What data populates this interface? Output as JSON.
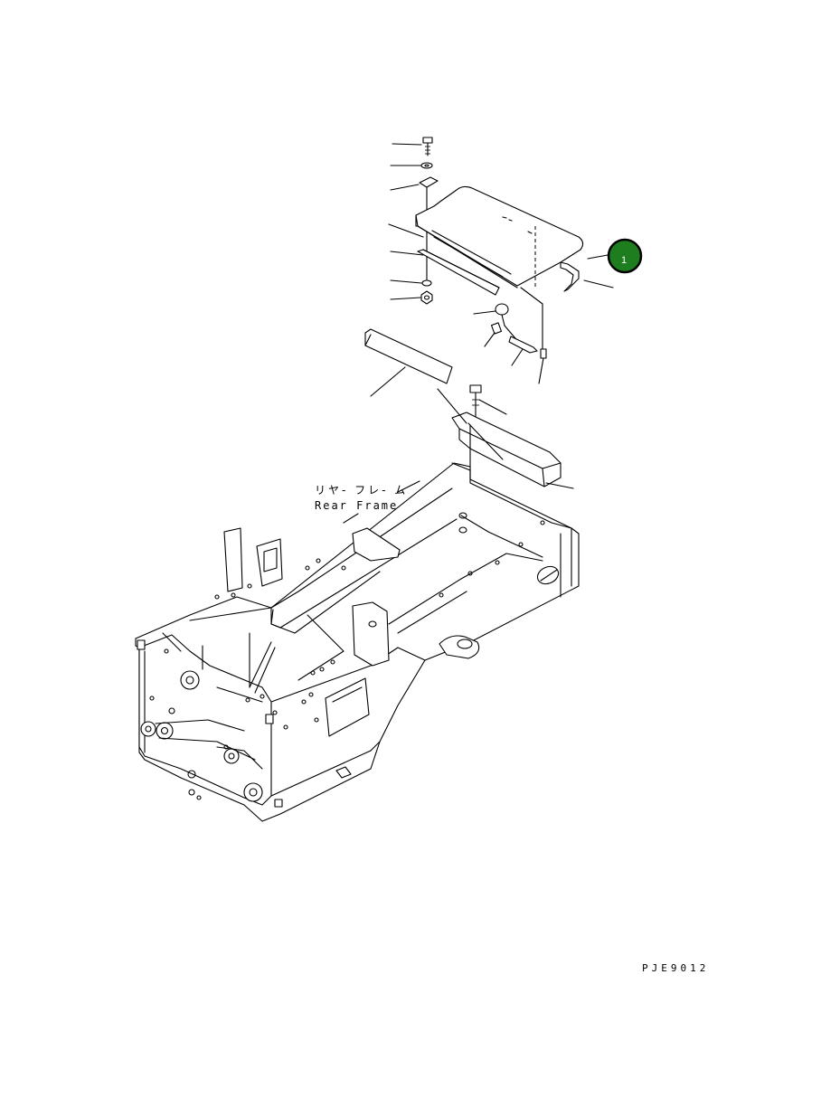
{
  "diagram": {
    "frame_label_jp": "リヤ- フレ- ム",
    "frame_label_en": "Rear Frame",
    "drawing_code": "PJE9012",
    "callout": {
      "number": "1",
      "color": "#1e7d1e",
      "border_color": "#000000"
    }
  }
}
